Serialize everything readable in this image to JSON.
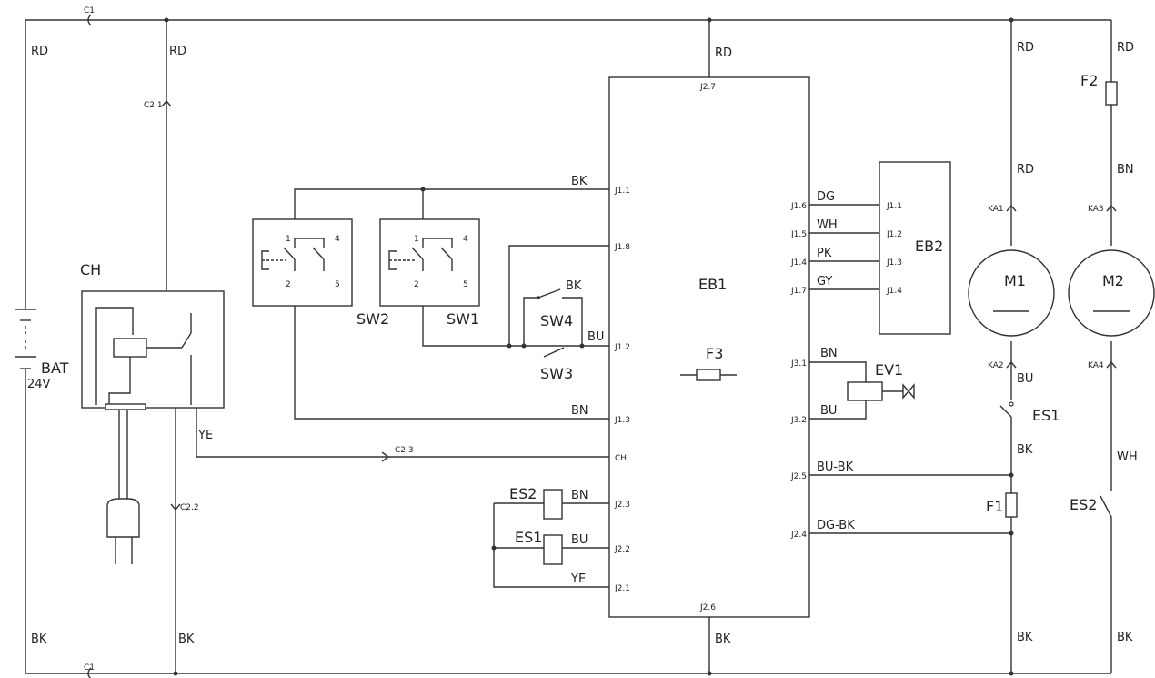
{
  "battery": {
    "name": "BAT",
    "voltage": "24V"
  },
  "charger": {
    "name": "CH"
  },
  "wire_colors": {
    "rd": "RD",
    "bk": "BK",
    "bn": "BN",
    "bu": "BU",
    "ye": "YE",
    "wh": "WH",
    "dg": "DG",
    "pk": "PK",
    "gy": "GY",
    "bu_bk": "BU-BK",
    "dg_bk": "DG-BK"
  },
  "connectors": {
    "c1": "C1",
    "c21": "C2.1",
    "c22": "C2.2",
    "c23": "C2.3",
    "ka1": "KA1",
    "ka2": "KA2",
    "ka3": "KA3",
    "ka4": "KA4"
  },
  "switches": {
    "sw1": "SW1",
    "sw2": "SW2",
    "sw3": "SW3",
    "sw4": "SW4",
    "contacts": [
      "1",
      "2",
      "4",
      "5"
    ]
  },
  "eb1": {
    "name": "EB1",
    "fuse": "F3",
    "pins": {
      "j27": "J2.7",
      "j26": "J2.6",
      "j11": "J1.1",
      "j18": "J1.8",
      "j12": "J1.2",
      "j13": "J1.3",
      "ch": "CH",
      "j23": "J2.3",
      "j22": "J2.2",
      "j21": "J2.1",
      "j16": "J1.6",
      "j15": "J1.5",
      "j14": "J1.4",
      "j17": "J1.7",
      "j31": "J3.1",
      "j32": "J3.2",
      "j25": "J2.5",
      "j24": "J2.4"
    }
  },
  "eb2": {
    "name": "EB2",
    "pins": [
      "J1.1",
      "J1.2",
      "J1.3",
      "J1.4"
    ]
  },
  "valve": {
    "name": "EV1"
  },
  "sensors": {
    "es1": "ES1",
    "es2": "ES2"
  },
  "fuses": {
    "f1": "F1",
    "f2": "F2"
  },
  "motors": {
    "m1": "M1",
    "m2": "M2"
  }
}
